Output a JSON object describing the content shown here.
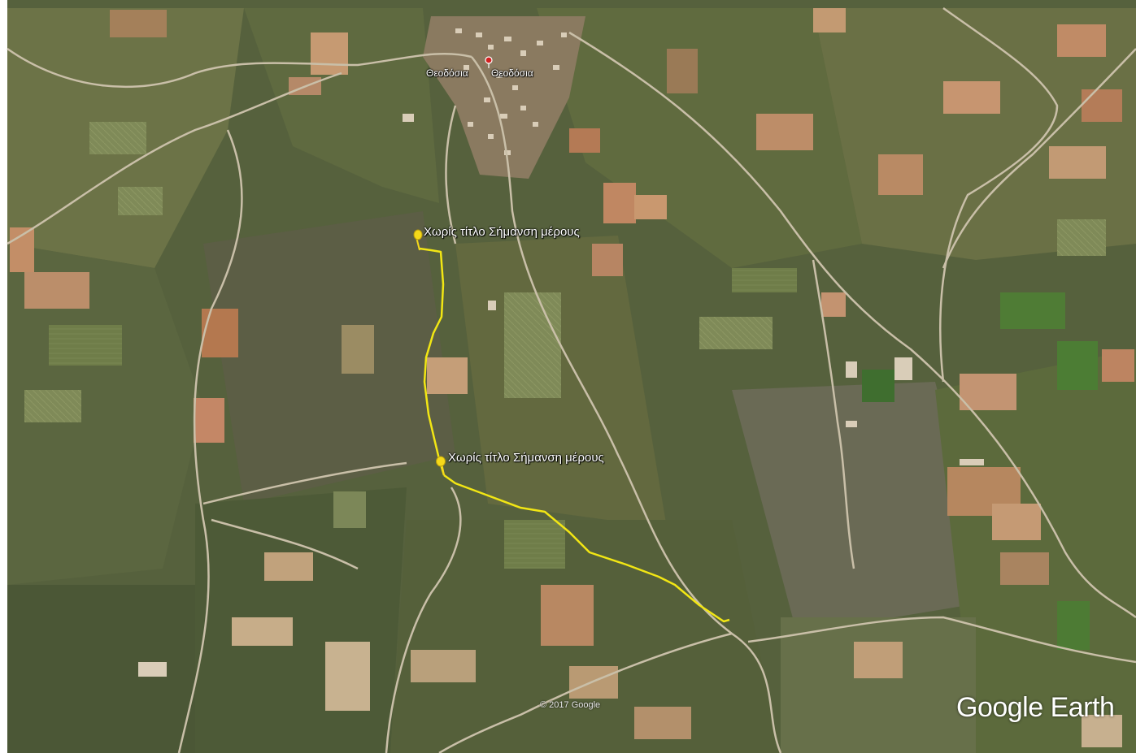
{
  "map": {
    "village": {
      "label_left": "Θεοδόσια",
      "label_right": "Θεοδόσια"
    },
    "placemarks": [
      {
        "label": "Χωρίς τίτλο Σήμανση μέρους"
      },
      {
        "label": "Χωρίς τίτλο Σήμανση μέρους"
      }
    ],
    "copyright": "© 2017 Google",
    "brand": "Google Earth"
  },
  "colors": {
    "path": "#f2e614",
    "pin": "#f5d91a",
    "village_pin": "#d32020",
    "road": "#c9bfa8"
  },
  "icons": {
    "placemark": "yellow-pushpin-icon",
    "village": "red-dot-icon"
  }
}
